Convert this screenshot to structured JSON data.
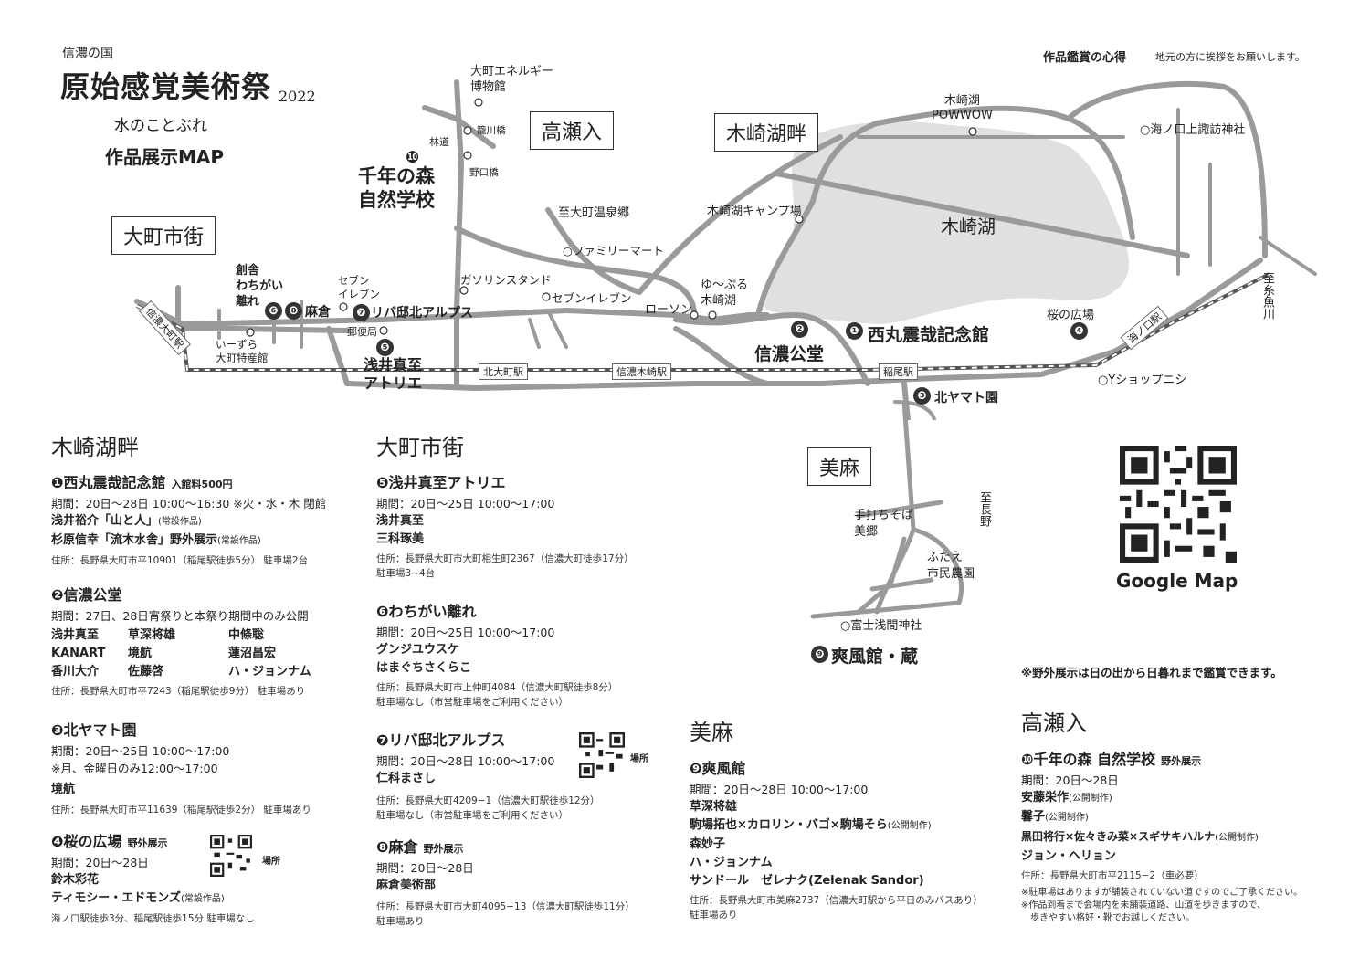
{
  "header": {
    "kuni": "信濃の国",
    "title": "原始感覚美術祭",
    "year": "2022",
    "subtitle": "水のことぶれ",
    "map_title": "作品展示MAP"
  },
  "etiquette": {
    "heading": "作品鑑賞の心得",
    "text": "地元の方に挨拶をお願いします。"
  },
  "areas": {
    "omachi": "大町市街",
    "takase": "高瀬入",
    "kizaki": "木崎湖畔",
    "asa": "美麻"
  },
  "map": {
    "lake": "木崎湖",
    "energy_museum": "大町エネルギー\n博物館",
    "kagokawa": "籠川橋",
    "rindo": "林道",
    "noguchi": "野口橋",
    "sennen_mori": "千年の森\n自然学校",
    "onsen": "至大町温泉郷",
    "familymart": "○ファミリーマート",
    "gas": "ガソリンスタンド",
    "seven1": "セブン\nイレブン",
    "seven2": "セブンイレブン",
    "lawson": "ローソン",
    "yupuru": "ゆ〜ぷる\n木崎湖",
    "camp": "木崎湖キャンプ場",
    "powwow": "木崎湖\nPOWWOW",
    "umi_shrine": "○海ノ口上諏訪神社",
    "itoigawa": "至糸魚川",
    "sakura": "桜の広場",
    "umi_station": "海ノ口駅",
    "y_shop": "○Yショップニシ",
    "kita_yamato": "北ヤマト園",
    "inao_station": "稲尾駅",
    "nishimaru": "西丸震哉記念館",
    "shinano_kodo": "信濃公堂",
    "kizaki_station": "信濃木崎駅",
    "kitaomachi_station": "北大町駅",
    "omachi_station": "信濃大町駅",
    "asai": "浅井真至\nアトリエ",
    "yubinkyoku": "郵便局",
    "riba": "リバ邸北アルプス",
    "soya": "創舎\nわちがい\n離れ",
    "asakura": "麻倉",
    "izura": "いーずら\n大町特産館",
    "nagano": "至長野",
    "soba": "手打ちそば\n美郷",
    "futae": "ふたえ\n市民農園",
    "fuji_shrine": "○富士浅間神社",
    "sofukan": "爽風館・蔵",
    "google_map": "Google Map",
    "outdoor_note": "※野外展示は日の出から日暮れまで鑑賞できます。"
  },
  "kizaki_section": {
    "heading": "木崎湖畔",
    "e1": {
      "no": "❶",
      "name": "西丸震哉記念館",
      "fee": "入館料500円",
      "period": "期間：20日〜28日 10:00〜16:30 ※火・水・木 閉館",
      "art1": "浅井裕介「山と人」",
      "art1_note": "(常設作品)",
      "art2": "杉原信幸「流木水舎」野外展示",
      "art2_note": "(常設作品)",
      "addr": "住所：長野県大町市平10901（稲尾駅徒歩5分） 駐車場2台"
    },
    "e2": {
      "no": "❷",
      "name": "信濃公堂",
      "period": "期間：27日、28日宵祭りと本祭り期間中のみ公開",
      "artists": [
        "浅井真至",
        "草深将雄",
        "中條聡",
        "KANART",
        "境航",
        "蓮沼昌宏",
        "香川大介",
        "佐藤啓",
        "ハ・ジョンナム"
      ],
      "addr": "住所：長野県大町市平7243（稲尾駅徒歩9分） 駐車場あり"
    },
    "e3": {
      "no": "❸",
      "name": "北ヤマト園",
      "period": "期間：20日〜25日 10:00〜17:00",
      "period2": "※月、金曜日のみ12:00〜17:00",
      "art1": "境航",
      "addr": "住所：長野県大町市平11639（稲尾駅徒歩2分） 駐車場あり"
    },
    "e4": {
      "no": "❹",
      "name": "桜の広場",
      "tag": "野外展示",
      "period": "期間：20日〜28日",
      "art1": "鈴木彩花",
      "art2": "ティモシー・エドモンズ",
      "art2_note": "(常設作品)",
      "addr": "海ノ口駅徒歩3分、稲尾駅徒歩15分 駐車場なし",
      "qr_label": "場所"
    }
  },
  "omachi_section": {
    "heading": "大町市街",
    "e5": {
      "no": "❺",
      "name": "浅井真至アトリエ",
      "period": "期間：20日〜25日 10:00〜17:00",
      "art1": "浅井真至",
      "art2": "三科琢美",
      "addr": "住所：長野県大町市大町相生町2367（信濃大町徒歩17分）",
      "addr2": "駐車場3~4台"
    },
    "e6": {
      "no": "❻",
      "name": "わちがい離れ",
      "period": "期間：20日〜25日 10:00〜17:00",
      "art1": "グンジユウスケ",
      "art2": "はまぐちさくらこ",
      "addr": "住所：長野県大町市上仲町4084（信濃大町駅徒歩8分）",
      "addr2": "駐車場なし（市営駐車場をご利用ください）"
    },
    "e7": {
      "no": "❼",
      "name": "リバ邸北アルプス",
      "period": "期間：20日〜28日 10:00〜17:00",
      "art1": "仁科まさし",
      "addr": "住所：長野県大町4209−1（信濃大町駅徒歩12分）",
      "addr2": "駐車場なし（市営駐車場をご利用ください）",
      "qr_label": "場所"
    },
    "e8": {
      "no": "❽",
      "name": "麻倉",
      "tag": "野外展示",
      "period": "期間：20日〜28日",
      "art1": "麻倉美術部",
      "addr": "住所：長野県大町市大町4095−13（信濃大町駅徒歩11分）",
      "addr2": "駐車場あり"
    }
  },
  "asa_section": {
    "heading": "美麻",
    "e9": {
      "no": "❾",
      "name": "爽風館",
      "period": "期間：20日〜28日 10:00〜17:00",
      "art1": "草深将雄",
      "art2": "駒場拓也×カロリン・バゴ×駒場そら",
      "art2_note": "(公開制作)",
      "art3": "森妙子",
      "art4": "ハ・ジョンナム",
      "art5": "サンドール　ゼレナク(Zelenak Sandor)",
      "addr": "住所：長野県大町市美麻2737（信濃大町駅から平日のみバスあり）",
      "addr2": "駐車場あり"
    }
  },
  "takase_section": {
    "heading": "高瀬入",
    "e10": {
      "no": "❿",
      "name": "千年の森 自然学校",
      "tag": "野外展示",
      "period": "期間：20日〜28日",
      "art1": "安藤栄作",
      "art1_note": "(公開制作)",
      "art2": "馨子",
      "art2_note": "(公開制作)",
      "art3": "黒田将行×佐々きみ菜×スギサキハルナ",
      "art3_note": "(公開制作)",
      "art4": "ジョン・ヘリョン",
      "addr": "住所：長野県大町市平2115−2（車必要）",
      "note1": "※駐車場はありますが舗装されていない道ですのでご了承ください。",
      "note2": "※作品到着まで会場内を未舗装道路、山道を歩きますので、",
      "note3": "歩きやすい格好・靴でお越しください。"
    }
  }
}
